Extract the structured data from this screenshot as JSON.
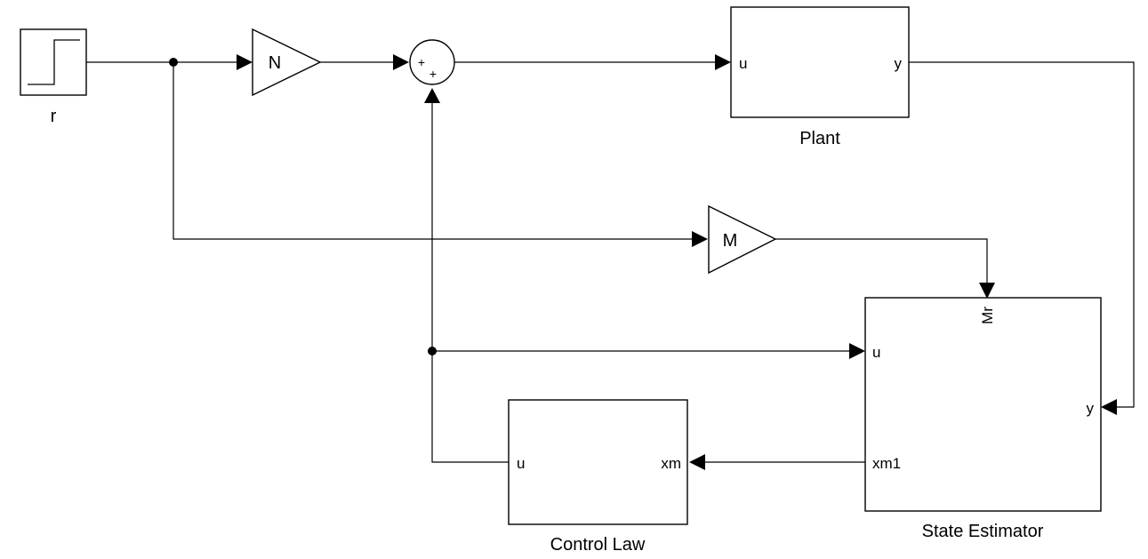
{
  "blocks": {
    "step": {
      "name": "r"
    },
    "gain_n": {
      "gain": "N"
    },
    "gain_m": {
      "gain": "M"
    },
    "sum": {
      "sign1": "+",
      "sign2": "+"
    },
    "plant": {
      "name": "Plant",
      "in_port": "u",
      "out_port": "y"
    },
    "estimator": {
      "name": "State Estimator",
      "in_mr": "Mr",
      "in_u": "u",
      "in_y": "y",
      "out_xm1": "xm1"
    },
    "control": {
      "name": "Control Law",
      "out_port": "u",
      "in_port": "xm"
    }
  }
}
